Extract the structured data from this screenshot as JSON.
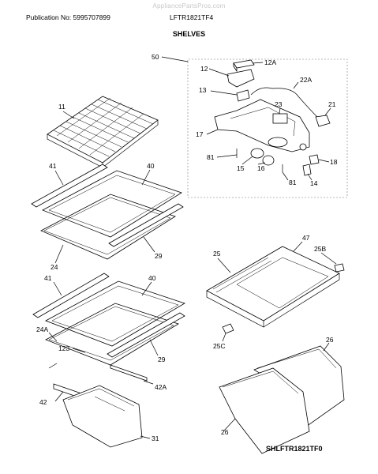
{
  "watermark": "AppliancePartsPros.com",
  "header": {
    "publication": "Publication No: 5995707899",
    "model": "LFTR1821TF4"
  },
  "section_title": "SHELVES",
  "footer_code": "SHLFTR1821TF0",
  "callouts": {
    "c50": "50",
    "c12": "12",
    "c12a": "12A",
    "c22a": "22A",
    "c13": "13",
    "c23": "23",
    "c21": "21",
    "c17": "17",
    "c81a": "81",
    "c15": "15",
    "c16": "16",
    "c81b": "81",
    "c18": "18",
    "c14": "14",
    "c11": "11",
    "c41a": "41",
    "c40a": "40",
    "c24": "24",
    "c29a": "29",
    "c47": "47",
    "c25": "25",
    "c25b": "25B",
    "c41b": "41",
    "c40b": "40",
    "c24a": "24A",
    "c123": "123",
    "c29b": "29",
    "c25c": "25C",
    "c26a": "26",
    "c42a": "42A",
    "c42": "42",
    "c31": "31",
    "c26b": "26"
  }
}
